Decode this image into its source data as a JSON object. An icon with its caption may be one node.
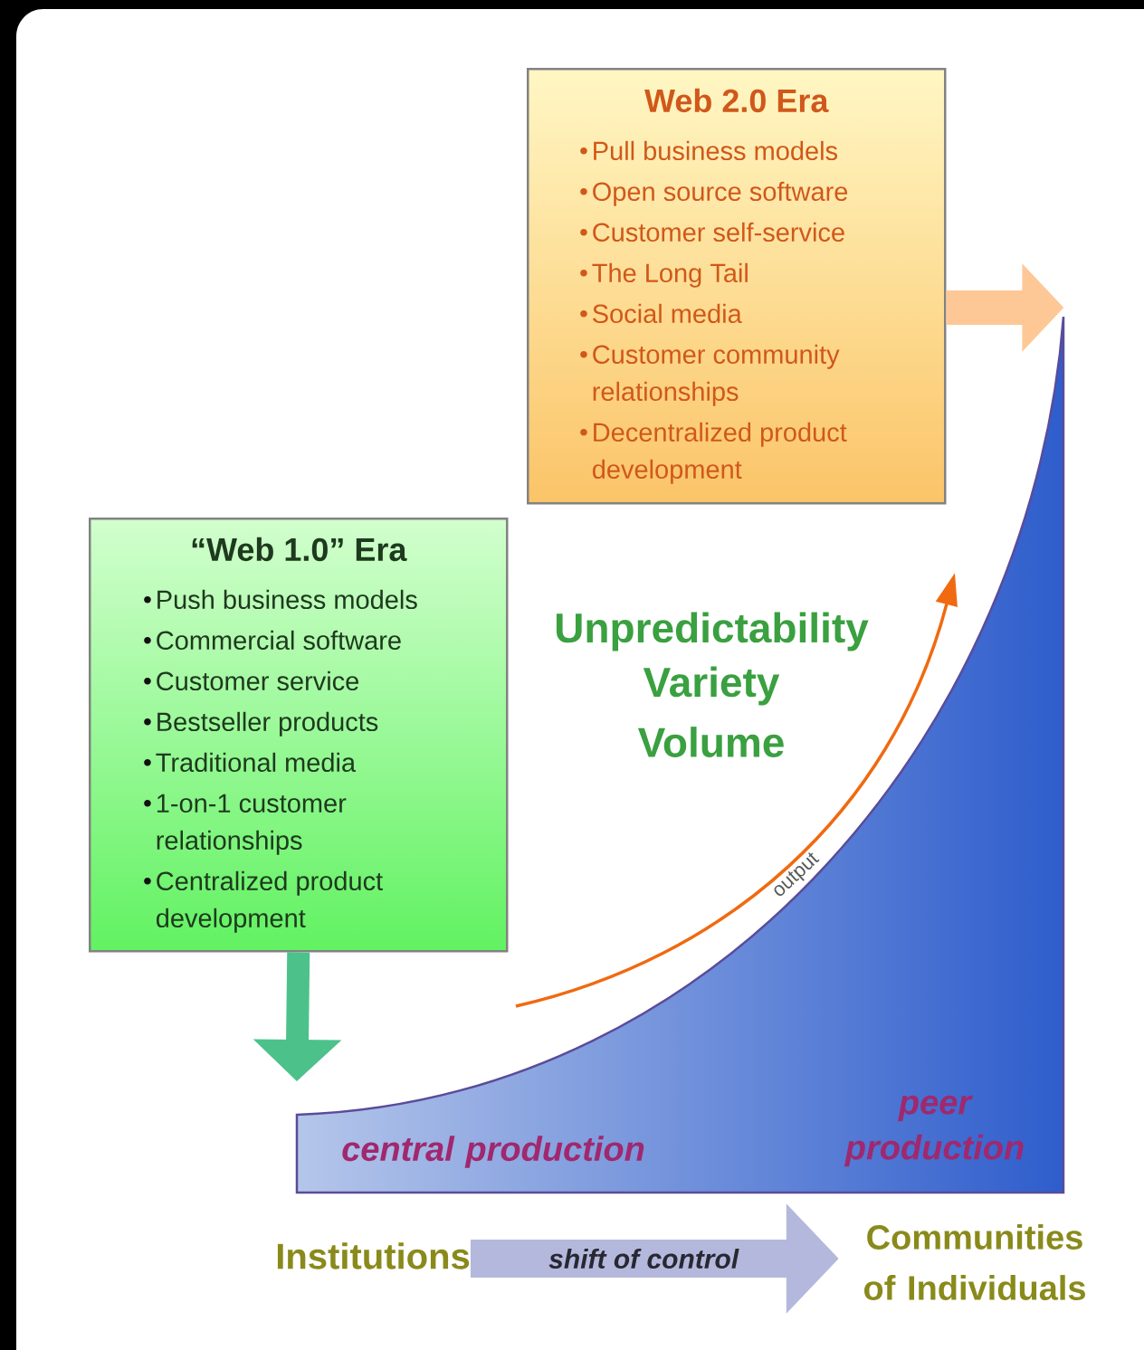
{
  "diagram": {
    "nodes": [
      {
        "text": [
          "Web 2.0 Era",
          "Pull business models",
          "Open source software",
          "Customer self-service",
          "The Long Tail",
          "Social media",
          "Customer community relationships",
          "Decentralized product development"
        ]
      },
      {
        "text": [
          "“Web 1.0” Era",
          "Push business models",
          "Commercial software",
          "Customer service",
          "Bestseller products",
          "Traditional media",
          "1-on-1 customer relationships",
          "Centralized product development"
        ]
      },
      {
        "text": [
          "Institutions"
        ]
      },
      {
        "text": [
          "Communities of Individuals"
        ]
      },
      {
        "text": [
          "central production",
          "peer production"
        ]
      }
    ],
    "edges": [
      {
        "from": 1,
        "to": 4,
        "arrow": "to",
        "color": "#4cc28a"
      },
      {
        "from": 0,
        "to": 4,
        "arrow": "to",
        "color": "#fdc896"
      },
      {
        "from": 2,
        "to": 3,
        "arrow": "to",
        "label": "shift of control",
        "color": "#b4b8dc"
      }
    ],
    "labels": [
      "Unpredictability",
      "Variety",
      "Volume",
      "output"
    ]
  }
}
